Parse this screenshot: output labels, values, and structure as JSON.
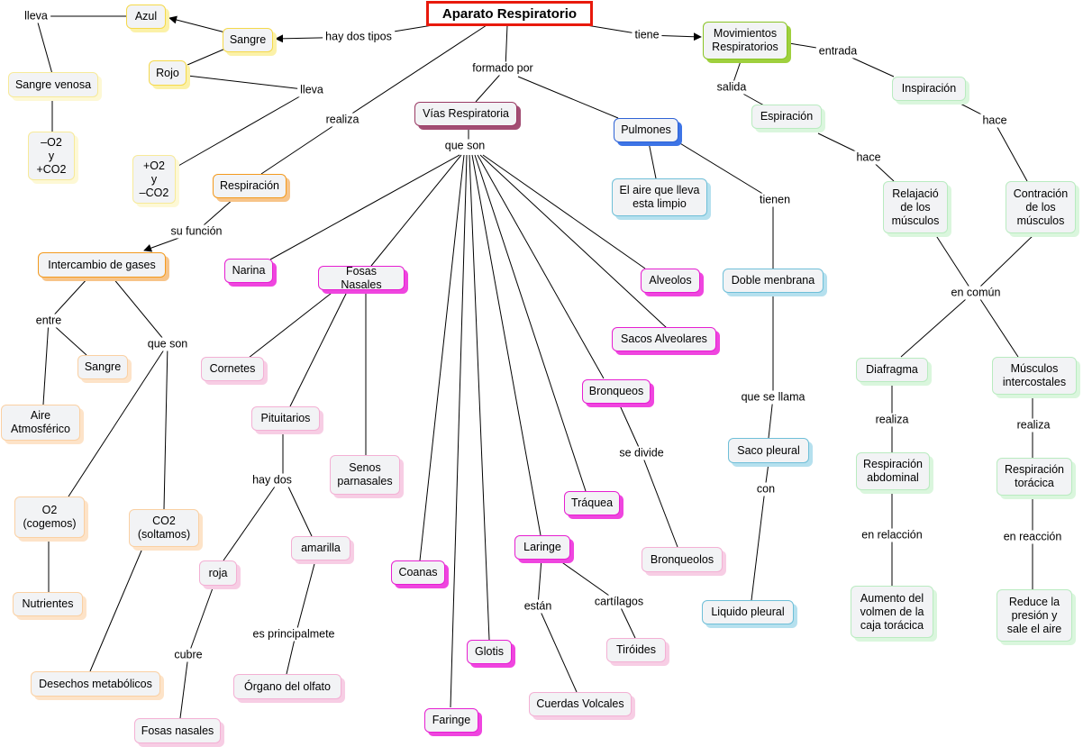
{
  "nodes": {
    "aparato": "Aparato Respiratorio",
    "sangre": "Sangre",
    "azul": "Azul",
    "rojo": "Rojo",
    "sangre_venosa": "Sangre venosa",
    "menos_o2": "–O2\ny\n+CO2",
    "mas_o2": "+O2\ny\n–CO2",
    "respiracion": "Respiración",
    "intercambio": "Intercambio de gases",
    "sangre2": "Sangre",
    "aire_atm": "Aire\nAtmosférico",
    "o2": "O2\n(cogemos)",
    "co2": "CO2\n(soltamos)",
    "nutrientes": "Nutrientes",
    "desechos": "Desechos metabólicos",
    "vias": "Vías Respiratoria",
    "narina": "Narina",
    "fosas_nasales": "Fosas Nasales",
    "cornetes": "Cornetes",
    "pituitarios": "Pituitarios",
    "senos": "Senos\nparnasales",
    "roja": "roja",
    "amarilla": "amarilla",
    "fosas_nasales2": "Fosas nasales",
    "organo": "Órgano del olfato",
    "coanas": "Coanas",
    "faringe": "Faringe",
    "glotis": "Glotis",
    "laringe": "Laringe",
    "cuerdas": "Cuerdas Volcales",
    "tiroides": "Tiróides",
    "traquea": "Tráquea",
    "bronqueos": "Bronqueos",
    "bronqueolos": "Bronqueolos",
    "sacos": "Sacos Alveolares",
    "alveolos": "Alveolos",
    "pulmones": "Pulmones",
    "aire_limpio": "El aire que lleva\nesta limpio",
    "doble": "Doble menbrana",
    "saco_pleural": "Saco pleural",
    "liquido": "Liquido pleural",
    "movimientos": "Movimientos\nRespiratorios",
    "inspiracion": "Inspiración",
    "espiracion": "Espiración",
    "relajacion": "Relajació\nde los\nmúsculos",
    "contraccion": "Contración\nde los\nmúsculos",
    "diafragma": "Diafragma",
    "musculos_int": "Músculos\nintercostales",
    "resp_abdominal": "Respiración\nabdominal",
    "resp_toracica": "Respiración\ntorácica",
    "aumento": "Aumento del\nvolmen de la\ncaja torácica",
    "reduce": "Reduce la\npresión y\nsale el aire"
  },
  "labels": {
    "hay_dos_tipos": "hay dos tipos",
    "lleva_azul": "lleva",
    "lleva_rojo": "lleva",
    "realiza": "realiza",
    "su_funcion": "su función",
    "entre": "entre",
    "que_son_inter": "que son",
    "formado_por": "formado por",
    "que_son_vias": "que son",
    "hay_dos": "hay dos",
    "cubre": "cubre",
    "es_principalmete": "es principalmete",
    "estan": "están",
    "cartilagos": "cartílagos",
    "se_divide": "se divide",
    "tiene": "tiene",
    "tienen": "tienen",
    "que_se_llama": "que se llama",
    "con": "con",
    "entrada": "entrada",
    "salida": "salida",
    "hace_insp": "hace",
    "hace_esp": "hace",
    "en_comun": "en común",
    "realiza_diaf": "realiza",
    "realiza_musc": "realiza",
    "en_relaccion": "en relacción",
    "en_reaccion": "en reacción"
  }
}
